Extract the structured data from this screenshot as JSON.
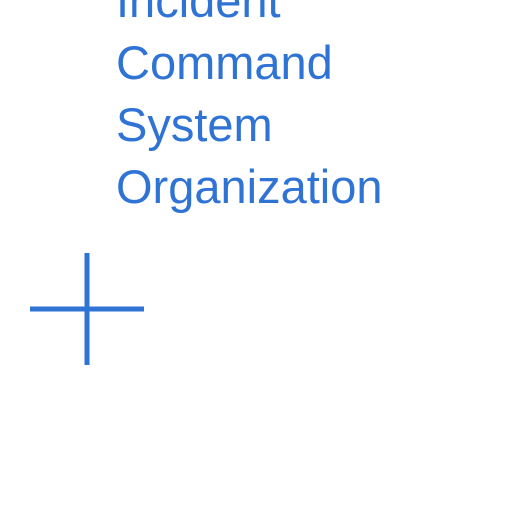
{
  "title": {
    "lines": [
      "Incident",
      "Command",
      "System",
      "Organization"
    ]
  },
  "icons": {
    "plus": "plus-icon"
  },
  "colors": {
    "accent": "#2f73d4",
    "background": "#ffffff"
  }
}
